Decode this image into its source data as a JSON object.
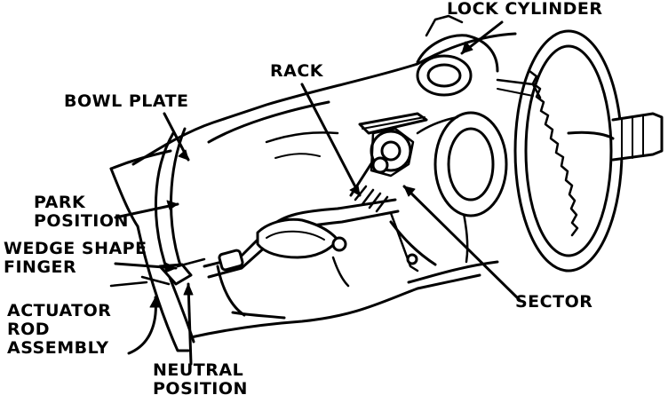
{
  "labels": {
    "lock_cylinder": "LOCK CYLINDER",
    "rack": "RACK",
    "bowl_plate": "BOWL PLATE",
    "park_position": [
      "PARK",
      "POSITION"
    ],
    "wedge_shape_finger": [
      "WEDGE SHAPE",
      "FINGER"
    ],
    "actuator_rod_assembly": [
      "ACTUATOR",
      "ROD",
      "ASSEMBLY"
    ],
    "sector": "SECTOR",
    "neutral_position": [
      "NEUTRAL",
      "POSITION"
    ]
  },
  "colors": {
    "ink": "#000000",
    "paper": "#ffffff"
  }
}
